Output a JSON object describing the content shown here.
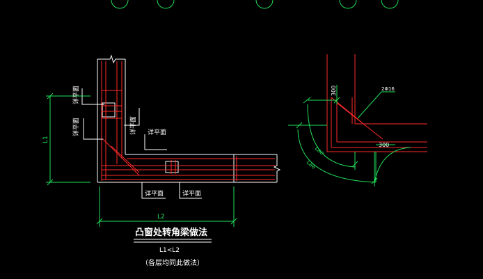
{
  "colors": {
    "background": "#000000",
    "line_white": "#ffffff",
    "line_red": "#ff2a2a",
    "line_green": "#22e05a"
  },
  "labels": {
    "xiangpingmian": "详平面",
    "L1": "L1",
    "L2": "L2",
    "title": "凸窗处转角梁做法",
    "formula": "L1<L2",
    "note": "（各层均同此做法）",
    "dim_300_top": "300",
    "dim_300_right": "300",
    "rebar": "2Φ16",
    "lae": "Lae"
  }
}
